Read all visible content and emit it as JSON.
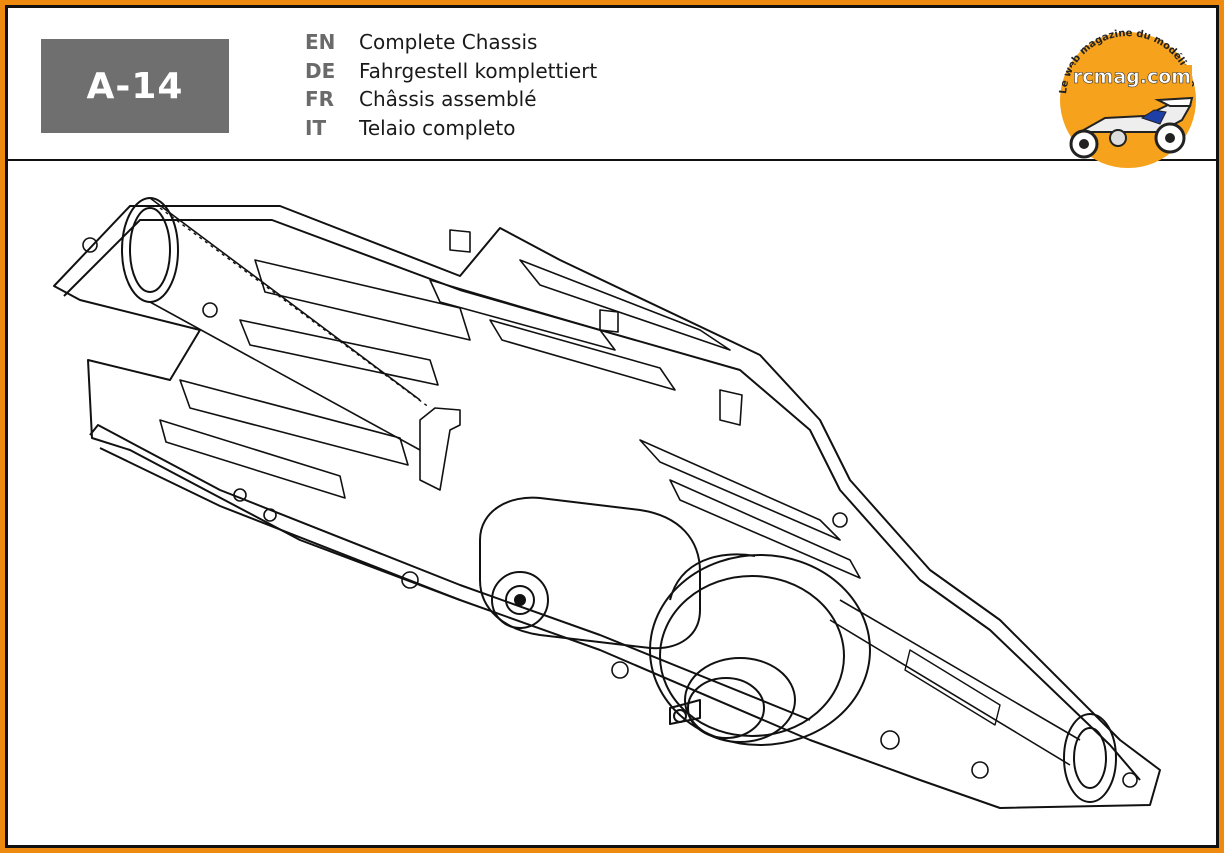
{
  "step": {
    "label": "A-14"
  },
  "titles": [
    {
      "lang": "EN",
      "text": "Complete Chassis"
    },
    {
      "lang": "DE",
      "text": "Fahrgestell komplettiert"
    },
    {
      "lang": "FR",
      "text": "Châssis assemblé"
    },
    {
      "lang": "IT",
      "text": "Telaio completo"
    }
  ],
  "logo": {
    "arc_text": "Le web magazine du modélisme",
    "brand": "rcmag.com",
    "colors": {
      "disc": "#f6a21c",
      "brand_text": "#ffffff"
    }
  },
  "colors": {
    "frame": "#ef8a10",
    "badge": "#6f6f6f",
    "ink": "#111111"
  }
}
